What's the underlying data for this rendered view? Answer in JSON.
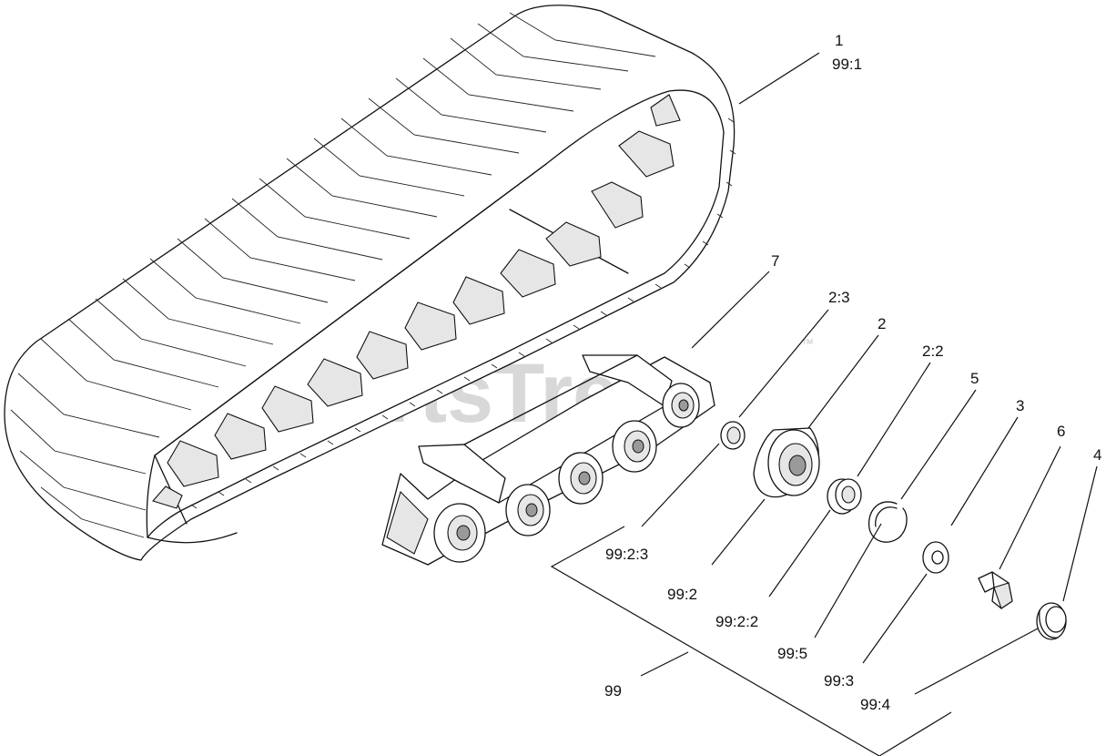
{
  "watermark": {
    "brand": "PartsTree",
    "trademark": "™"
  },
  "callouts": {
    "c1": "1",
    "c99_1": "99:1",
    "c7": "7",
    "c2_3": "2:3",
    "c2": "2",
    "c2_2": "2:2",
    "c5": "5",
    "c3": "3",
    "c6": "6",
    "c4": "4",
    "c99_2_3": "99:2:3",
    "c99_2": "99:2",
    "c99_2_2": "99:2:2",
    "c99_5": "99:5",
    "c99_3": "99:3",
    "c99_4": "99:4",
    "c99": "99"
  }
}
